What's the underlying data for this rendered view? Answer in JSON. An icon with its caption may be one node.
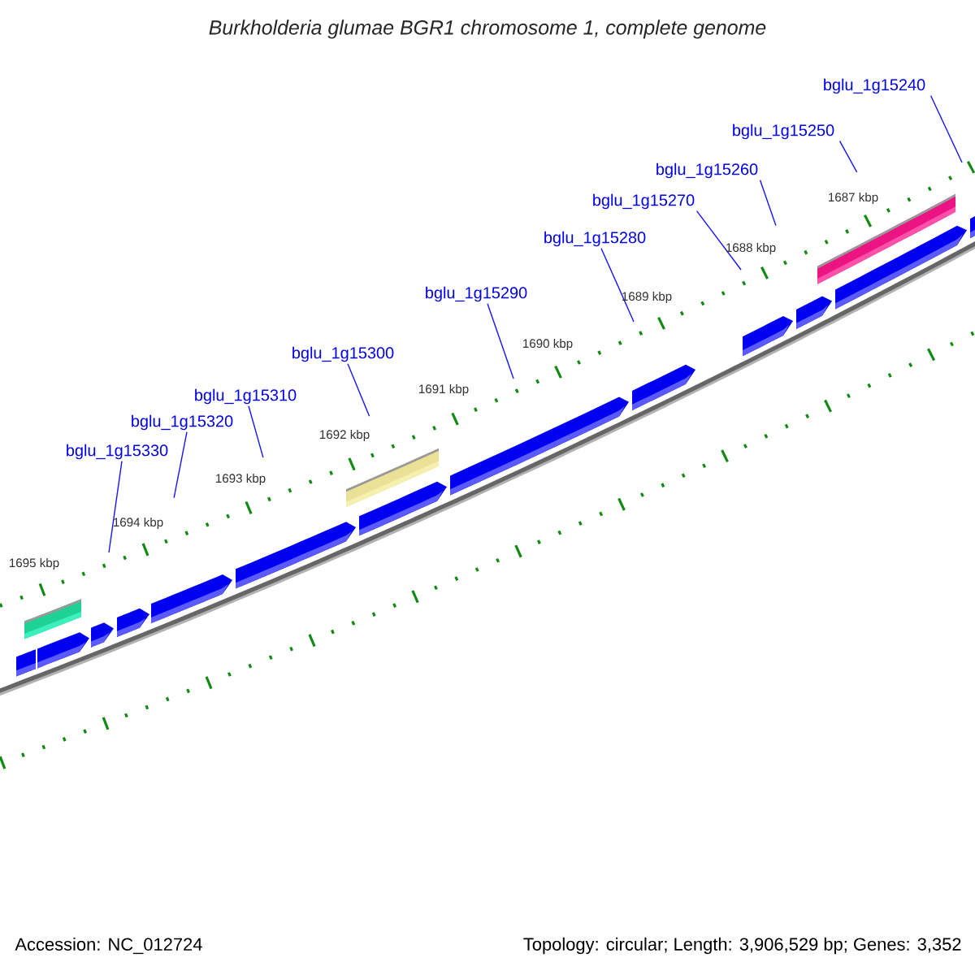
{
  "diagram": {
    "title": "Burkholderia glumae BGR1 chromosome 1, complete genome",
    "nodes": [
      {
        "text": [
          "bglu_1g15240"
        ]
      },
      {
        "text": [
          "bglu_1g15250"
        ]
      },
      {
        "text": [
          "bglu_1g15260"
        ]
      },
      {
        "text": [
          "bglu_1g15270"
        ]
      },
      {
        "text": [
          "bglu_1g15280"
        ]
      },
      {
        "text": [
          "bglu_1g15290"
        ]
      },
      {
        "text": [
          "bglu_1g15300"
        ]
      },
      {
        "text": [
          "bglu_1g15310"
        ]
      },
      {
        "text": [
          "bglu_1g15320"
        ]
      },
      {
        "text": [
          "bglu_1g15330"
        ]
      }
    ],
    "edges": [
      {
        "from": 0,
        "to": null,
        "arrow": "none"
      },
      {
        "from": 1,
        "to": null,
        "arrow": "none"
      },
      {
        "from": 2,
        "to": null,
        "arrow": "none"
      },
      {
        "from": 3,
        "to": null,
        "arrow": "none"
      },
      {
        "from": 4,
        "to": null,
        "arrow": "none"
      },
      {
        "from": 5,
        "to": null,
        "arrow": "none"
      },
      {
        "from": 6,
        "to": null,
        "arrow": "none"
      },
      {
        "from": 7,
        "to": null,
        "arrow": "none"
      },
      {
        "from": 8,
        "to": null,
        "arrow": "none"
      },
      {
        "from": 9,
        "to": null,
        "arrow": "none"
      }
    ],
    "labels": [
      "1687 kbp",
      "1688 kbp",
      "1689 kbp",
      "1690 kbp",
      "1691 kbp",
      "1692 kbp",
      "1693 kbp",
      "1694 kbp",
      "1695 kbp",
      "Accession: NC_012724",
      "Topology: circular; Length: 3,906,529 bp; Genes: 3,352"
    ]
  }
}
